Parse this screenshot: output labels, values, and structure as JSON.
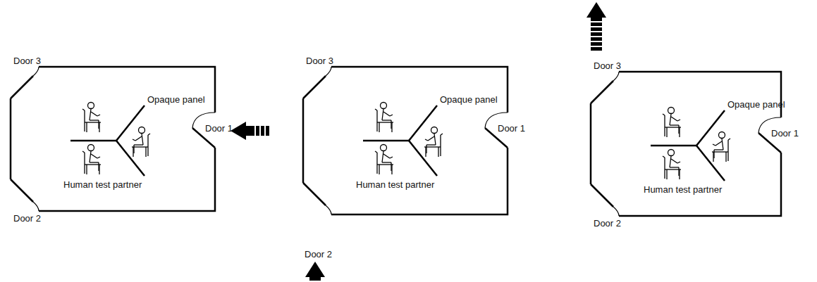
{
  "diagram": {
    "labels": [
      "Door 3",
      "Opaque panel",
      "Door 1",
      "Human test partner",
      "Door 2",
      "Door 3",
      "Opaque panel",
      "Door 1",
      "Human test partner",
      "Door 2",
      "Door 3",
      "Opaque panel",
      "Door 1",
      "Human test partner",
      "Door 2"
    ]
  }
}
